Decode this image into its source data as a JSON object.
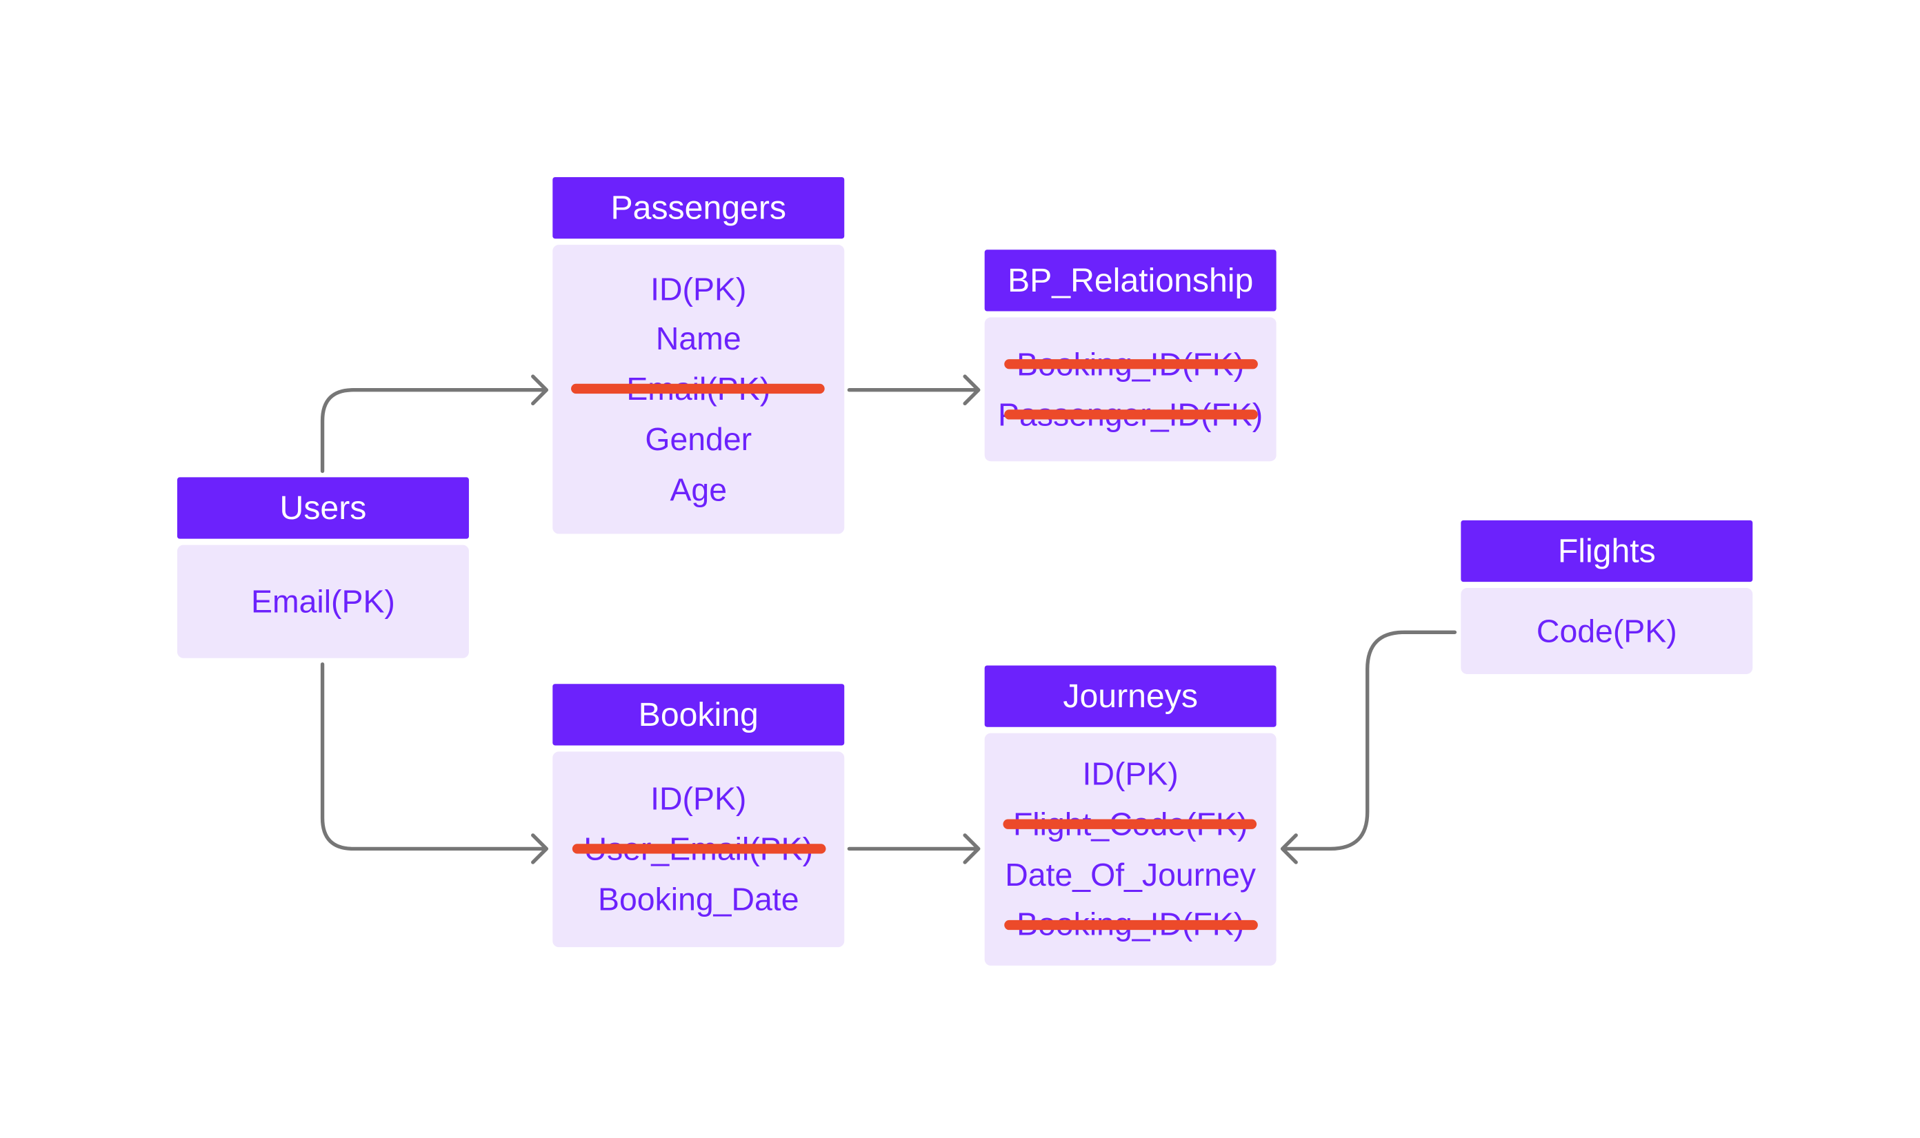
{
  "colors": {
    "header_bg": "#6c22fc",
    "header_text": "#ffffff",
    "body_bg": "#efe6fd",
    "field_text": "#6c22fc",
    "strike": "#ec4a2a",
    "connector": "#767676"
  },
  "entities": {
    "users": {
      "title": "Users",
      "fields": [
        {
          "label": "Email(PK)",
          "struck": false
        }
      ]
    },
    "passengers": {
      "title": "Passengers",
      "fields": [
        {
          "label": "ID(PK)",
          "struck": false
        },
        {
          "label": "Name",
          "struck": false
        },
        {
          "label": "Email(PK)",
          "struck": true
        },
        {
          "label": "Gender",
          "struck": false
        },
        {
          "label": "Age",
          "struck": false
        }
      ]
    },
    "bp_relationship": {
      "title": "BP_Relationship",
      "fields": [
        {
          "label": "Booking_ID(FK)",
          "struck": true
        },
        {
          "label": "Passenger_ID(FK)",
          "struck": true
        }
      ]
    },
    "booking": {
      "title": "Booking",
      "fields": [
        {
          "label": "ID(PK)",
          "struck": false
        },
        {
          "label": "User_Email(PK)",
          "struck": true
        },
        {
          "label": "Booking_Date",
          "struck": false
        }
      ]
    },
    "journeys": {
      "title": "Journeys",
      "fields": [
        {
          "label": "ID(PK)",
          "struck": false
        },
        {
          "label": "Flight_Code(FK)",
          "struck": true
        },
        {
          "label": "Date_Of_Journey",
          "struck": false
        },
        {
          "label": "Booking_ID(FK)",
          "struck": true
        }
      ]
    },
    "flights": {
      "title": "Flights",
      "fields": [
        {
          "label": "Code(PK)",
          "struck": false
        }
      ]
    }
  },
  "relationships": [
    {
      "from": "Users",
      "to": "Passengers"
    },
    {
      "from": "Users",
      "to": "Booking"
    },
    {
      "from": "Passengers",
      "to": "BP_Relationship"
    },
    {
      "from": "Booking",
      "to": "Journeys"
    },
    {
      "from": "Flights",
      "to": "Journeys"
    }
  ]
}
